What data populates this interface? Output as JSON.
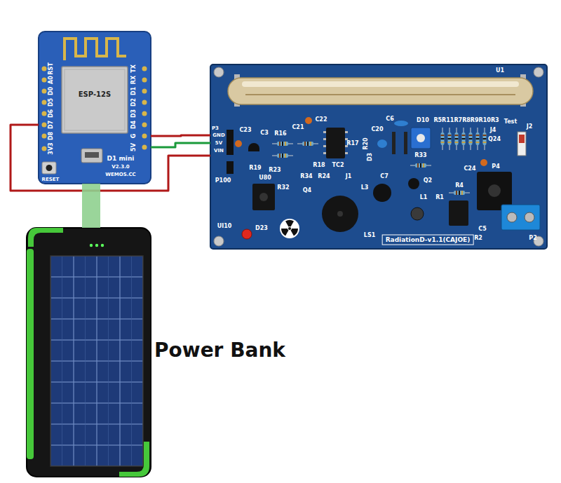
{
  "diagram": {
    "nodes": [
      {
        "text": [
          "D1 mini"
        ]
      },
      {
        "text": [
          "RadiationD-v1.1(CAJOE)"
        ]
      },
      {
        "text": [
          "Power Bank"
        ]
      }
    ],
    "edges": [
      {
        "from": 0,
        "to": 1,
        "arrow": "none"
      },
      {
        "from": 0,
        "to": 1,
        "arrow": "none"
      },
      {
        "from": 0,
        "to": 1,
        "arrow": "none"
      },
      {
        "from": 2,
        "to": 0,
        "arrow": "none"
      }
    ],
    "labels": [
      "RST",
      "A0",
      "D0",
      "D5",
      "D6",
      "D7",
      "D8",
      "3V3",
      "TX",
      "RX",
      "D1",
      "D2",
      "D3",
      "D4",
      "G",
      "5V",
      "RESET",
      "V2.3.0",
      "WEMOS.CC",
      "ESP-12S",
      "P3",
      "GND",
      "5V",
      "VIN",
      "C23",
      "C3",
      "R16",
      "C21",
      "C22",
      "R17",
      "R20",
      "C20",
      "C6",
      "D10",
      "R5R11R7R8R9R10R3",
      "U1",
      "J4",
      "Test",
      "J2",
      "Q24",
      "P4",
      "C24",
      "R4",
      "Q2",
      "L1",
      "R1",
      "R2",
      "C5",
      "P2",
      "L3",
      "J1",
      "C7",
      "R18",
      "TC2",
      "R19",
      "R23",
      "R34",
      "R24",
      "Q4",
      "U80",
      "R32",
      "P100",
      "UI10",
      "D23",
      "LS1",
      "D3",
      "R33"
    ]
  }
}
